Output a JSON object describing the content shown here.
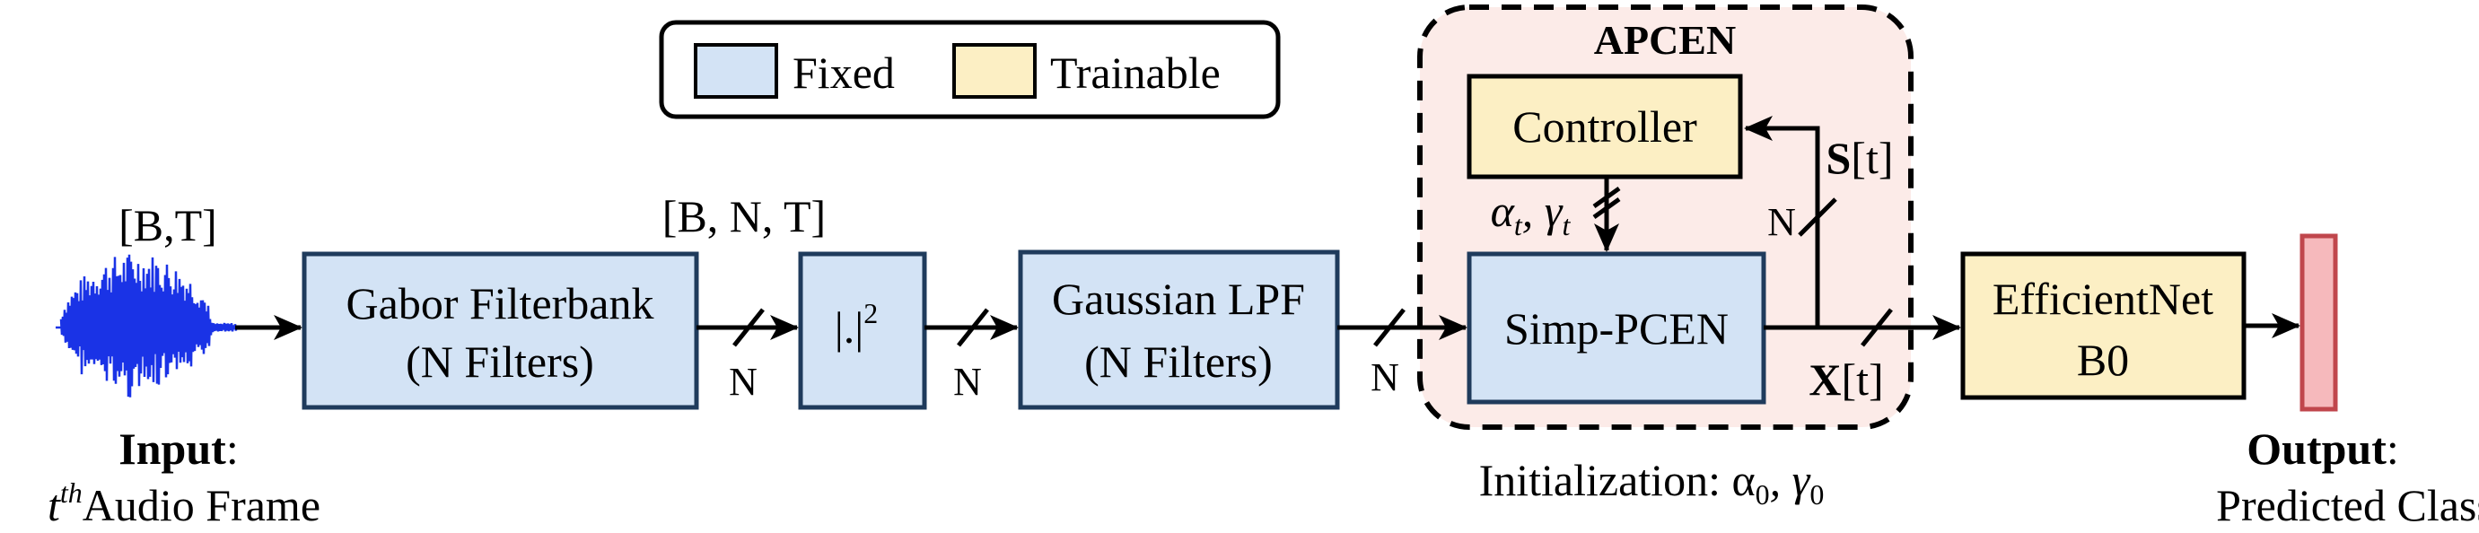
{
  "legend": {
    "fixed_label": "Fixed",
    "trainable_label": "Trainable"
  },
  "colors": {
    "fixed_fill": "#d3e3f5",
    "fixed_stroke": "#1f3b5c",
    "trainable_fill": "#fcefc4",
    "apcen_fill": "#fcebe8",
    "output_fill": "#f6b9bc",
    "output_stroke": "#c0464c",
    "waveform": "#1a33e6"
  },
  "input": {
    "dims": "[B,T]",
    "title": "Input",
    "colon": ":",
    "t_base": "t",
    "t_sup": "th",
    "frame_text": "Audio Frame"
  },
  "gabor": {
    "line1": "Gabor Filterbank",
    "line2": "(N Filters)",
    "out_dims": "[B, N, T]"
  },
  "square": {
    "label": "|.|",
    "sup": "2"
  },
  "gaussian": {
    "line1": "Gaussian LPF",
    "line2": "(N Filters)"
  },
  "bus_label": "N",
  "apcen": {
    "title": "APCEN",
    "controller": "Controller",
    "simp_pcen": "Simp-PCEN",
    "s_label": "S",
    "x_label": "X",
    "t_bracket": "[t]",
    "params_text": "α",
    "params_sub": "t",
    "params_mid": ", γ",
    "init_text": "Initialization: α",
    "init_sub": "0",
    "init_mid": ", γ"
  },
  "effnet": {
    "line1": "EfficientNet",
    "line2": "B0"
  },
  "output": {
    "title": "Output",
    "colon": ":",
    "subtitle": "Predicted Class"
  }
}
